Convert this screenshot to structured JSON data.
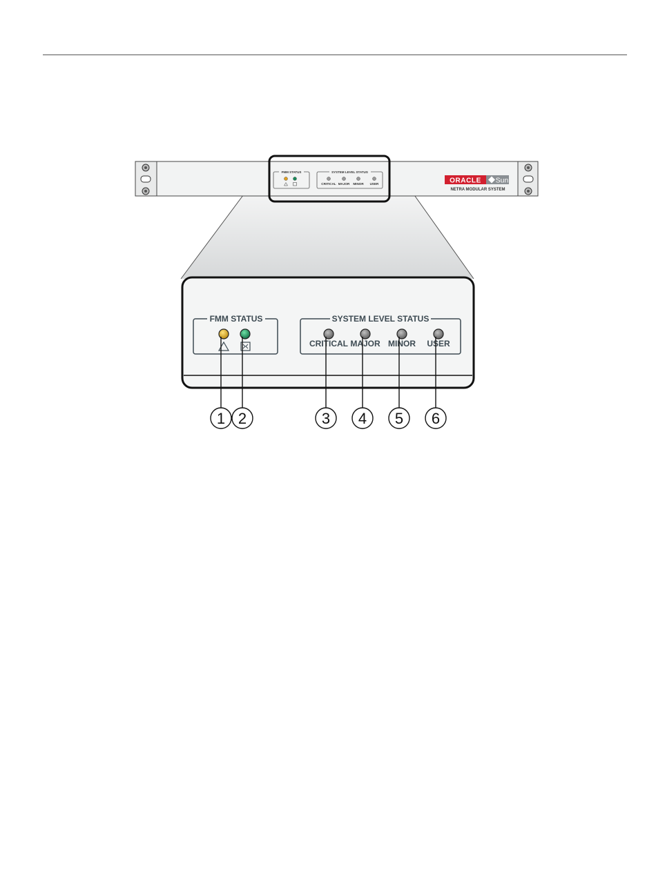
{
  "chassis": {
    "brand": "ORACLE",
    "sub_brand": "Sun",
    "product_name": "NETRA MODULAR SYSTEM",
    "small_fmm_title": "FMM STATUS",
    "small_sys_title": "SYSTEM LEVEL STATUS",
    "small_leds": [
      "CRITICAL",
      "MAJOR",
      "MINOR",
      "USER"
    ]
  },
  "detail": {
    "fmm_title": "FMM STATUS",
    "sys_title": "SYSTEM LEVEL STATUS",
    "leds": [
      {
        "label": "",
        "color": "#d9a516",
        "icon": "warning-triangle-icon",
        "callout": "1"
      },
      {
        "label": "",
        "color": "#1a8a5a",
        "icon": "service-box-icon",
        "callout": "2"
      },
      {
        "label": "CRITICAL",
        "color": "#7a7a7a",
        "callout": "3"
      },
      {
        "label": "MAJOR",
        "color": "#7a7a7a",
        "callout": "4"
      },
      {
        "label": "MINOR",
        "color": "#7a7a7a",
        "callout": "5"
      },
      {
        "label": "USER",
        "color": "#7a7a7a",
        "callout": "6"
      }
    ]
  },
  "colors": {
    "oracle_red": "#d2202f",
    "sun_grey": "#8a8f93",
    "panel_fill": "#f4f5f5",
    "outline": "#1a1a1a"
  }
}
